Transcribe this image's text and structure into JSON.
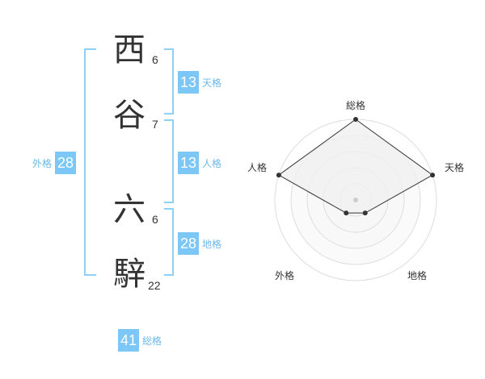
{
  "name": {
    "chars": [
      {
        "char": "西",
        "strokes": "6"
      },
      {
        "char": "谷",
        "strokes": "7"
      },
      {
        "char": "六",
        "strokes": "6"
      },
      {
        "char": "騂",
        "strokes": "22"
      }
    ]
  },
  "fortune": {
    "tenkaku": {
      "value": "13",
      "label": "天格"
    },
    "jinkaku": {
      "value": "13",
      "label": "人格"
    },
    "chikaku": {
      "value": "28",
      "label": "地格"
    },
    "gaikaku": {
      "value": "28",
      "label": "外格"
    },
    "soukaku": {
      "value": "41",
      "label": "総格"
    }
  },
  "colors": {
    "accent": "#7cc7f5",
    "label": "#6cb8e9",
    "bracket": "#8fd0f5"
  },
  "chart_data": {
    "type": "radar",
    "axes": [
      "総格",
      "天格",
      "地格",
      "外格",
      "人格"
    ],
    "values": [
      5,
      5,
      1,
      1,
      5
    ],
    "rmax": 5
  }
}
